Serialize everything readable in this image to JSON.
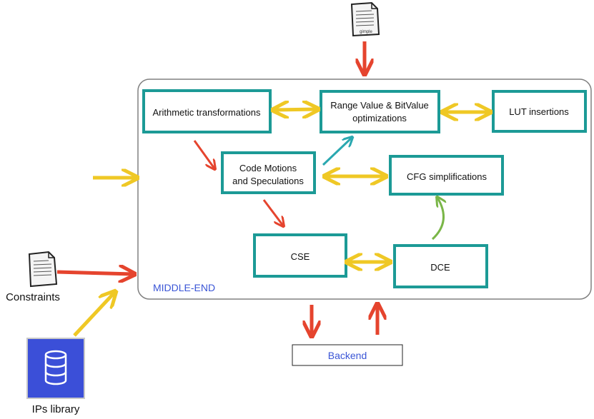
{
  "colors": {
    "box_border": "#1c9a96",
    "frame": "#808080",
    "red_arrow": "#e5442e",
    "yellow_arrow": "#efc825",
    "teal_arrow": "#2aa8b0",
    "green_arrow": "#7ab648",
    "db_blue": "#3b4fd8",
    "label_blue": "#3a55d6"
  },
  "icons": {
    "document": "document-icon",
    "database": "database-icon"
  },
  "documents": {
    "gimple": "gimple"
  },
  "boxes": {
    "arith": "Arithmetic transformations",
    "range_line1": "Range Value & BitValue",
    "range_line2": "optimizations",
    "lut": "LUT insertions",
    "code_line1": "Code Motions",
    "code_line2": "and Speculations",
    "cfg": "CFG simplifications",
    "cse": "CSE",
    "dce": "DCE"
  },
  "labels": {
    "middle_end": "MIDDLE-END",
    "backend": "Backend",
    "constraints": "Constraints",
    "ips_library": "IPs library"
  }
}
